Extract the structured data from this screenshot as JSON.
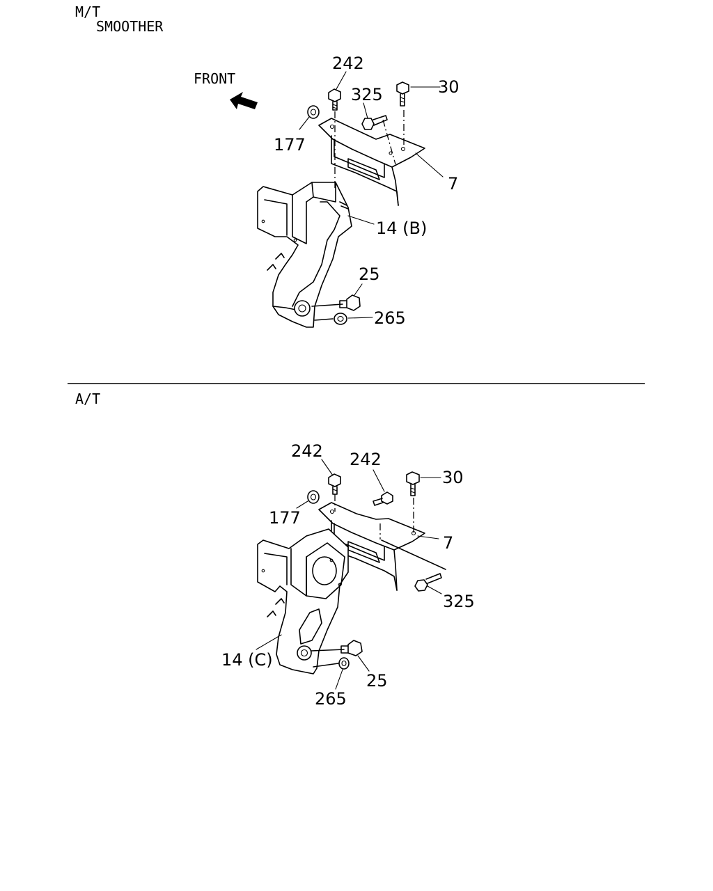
{
  "sections": {
    "mt": {
      "title": "M/T",
      "subtitle": "SMOOTHER",
      "front_label": "FRONT",
      "callouts": {
        "c242": "242",
        "c325": "325",
        "c30": "30",
        "c177": "177",
        "c7": "7",
        "c14": "14 (B)",
        "c25": "25",
        "c265": "265"
      }
    },
    "at": {
      "title": "A/T",
      "callouts": {
        "c242a": "242",
        "c242b": "242",
        "c30": "30",
        "c177": "177",
        "c7": "7",
        "c325": "325",
        "c14": "14 (C)",
        "c25": "25",
        "c265": "265"
      }
    }
  },
  "colors": {
    "ink": "#000000",
    "paper": "#ffffff"
  }
}
